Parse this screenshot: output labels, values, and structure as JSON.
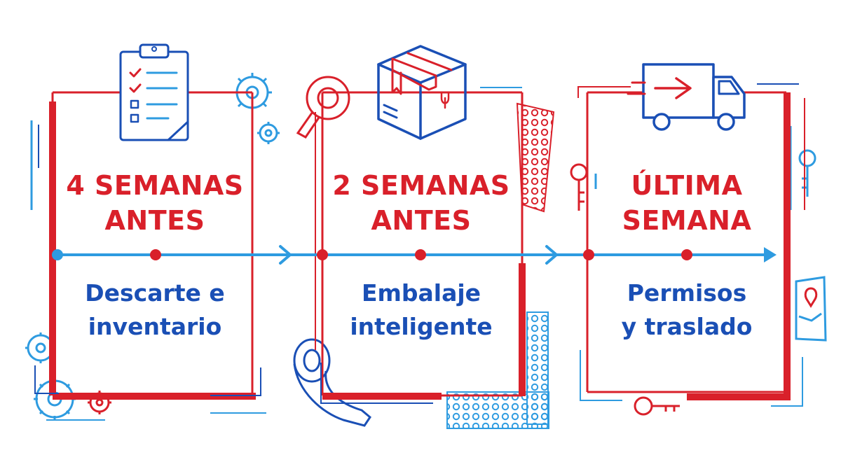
{
  "colors": {
    "red": "#d9202a",
    "blue": "#1a4fb5",
    "light_blue": "#2e9be0",
    "white": "#ffffff"
  },
  "steps": [
    {
      "heading_line1": "4 SEMANAS",
      "heading_line2": "ANTES",
      "text_line1": "Descarte e",
      "text_line2": "inventario",
      "icon": "clipboard-checklist-icon"
    },
    {
      "heading_line1": "2 SEMANAS",
      "heading_line2": "ANTES",
      "text_line1": "Embalaje",
      "text_line2": "inteligente",
      "icon": "box-icon"
    },
    {
      "heading_line1": "ÚLTIMA",
      "heading_line2": "SEMANA",
      "text_line1": "Permisos",
      "text_line2": "y traslado",
      "icon": "moving-truck-icon"
    }
  ],
  "decorations": [
    "gear-icon",
    "tape-roll-icon",
    "bubble-wrap-icon",
    "key-icon",
    "map-pin-icon"
  ]
}
